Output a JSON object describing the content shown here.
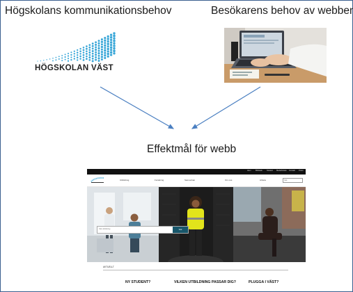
{
  "labels": {
    "left": "Högskolans kommunikationsbehov",
    "right": "Besökarens behov av webben",
    "center": "Effektmål för webb"
  },
  "logo": {
    "text": "HÖGSKOLAN VÄST",
    "icon": "hogskolan-vast-dot-wave-logo",
    "color": "#3aa7d8"
  },
  "photo": {
    "subject": "hands-typing-on-laptop-photo"
  },
  "arrows": {
    "color": "#4a7fc1"
  },
  "website": {
    "topbar_links": [
      "Hem",
      "Bibliotek",
      "Student",
      "Medarbetare",
      "Kontakt",
      "Press"
    ],
    "nav_items": [
      "Utbildning",
      "Forskning",
      "Samverkan",
      "Om oss",
      "Arbeta"
    ],
    "search_placeholder": "Sök",
    "hero_search_placeholder": "Sök utbildning",
    "hero_search_button": "Sök",
    "aktuellt": "AKTUELLT",
    "ctas": [
      "NY STUDENT?",
      "VILKEN UTBILDNING PASSAR DIG?",
      "PLUGGA I VÄST?"
    ],
    "accent": "#17566a"
  }
}
